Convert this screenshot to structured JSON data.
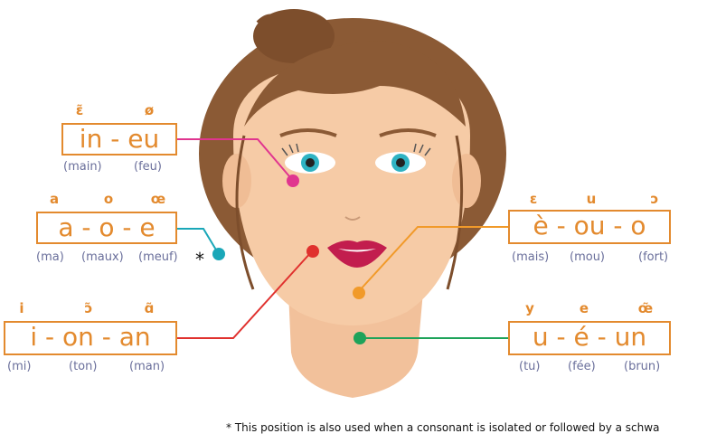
{
  "groups": [
    {
      "id": "in-eu",
      "ipa": [
        "ɛ̃",
        "ø"
      ],
      "label": "in - eu",
      "examples": [
        "(main)",
        "(feu)"
      ]
    },
    {
      "id": "a-o-e",
      "ipa": [
        "a",
        "o",
        "œ"
      ],
      "label": "a - o - e",
      "examples": [
        "(ma)",
        "(maux)",
        "(meuf)"
      ]
    },
    {
      "id": "i-on-an",
      "ipa": [
        "i",
        "ɔ̃",
        "ɑ̃"
      ],
      "label": "i - on - an",
      "examples": [
        "(mi)",
        "(ton)",
        "(man)"
      ]
    },
    {
      "id": "e-ou-o",
      "ipa": [
        "ɛ",
        "u",
        "ɔ"
      ],
      "label": "è - ou - o",
      "examples": [
        "(mais)",
        "(mou)",
        "(fort)"
      ]
    },
    {
      "id": "u-e-un",
      "ipa": [
        "y",
        "e",
        "œ̃"
      ],
      "label": "u - é - un",
      "examples": [
        "(tu)",
        "(fée)",
        "(brun)"
      ]
    }
  ],
  "asterisk": "*",
  "footnote": "* This position is also used when a consonant is isolated or followed by a schwa",
  "colors": {
    "accent": "#e38a2e",
    "example_text": "#6a6f9b",
    "cheek_dot": "#e0358f",
    "teal_dot": "#1aa7b8",
    "lip_dot": "#e0312e",
    "chin_dot": "#f19a2a",
    "neck_dot": "#1ea35a",
    "hair": "#8b5a35",
    "skin": "#f6cba6",
    "lips": "#c21d4e",
    "eyes": "#2fb3c3"
  }
}
